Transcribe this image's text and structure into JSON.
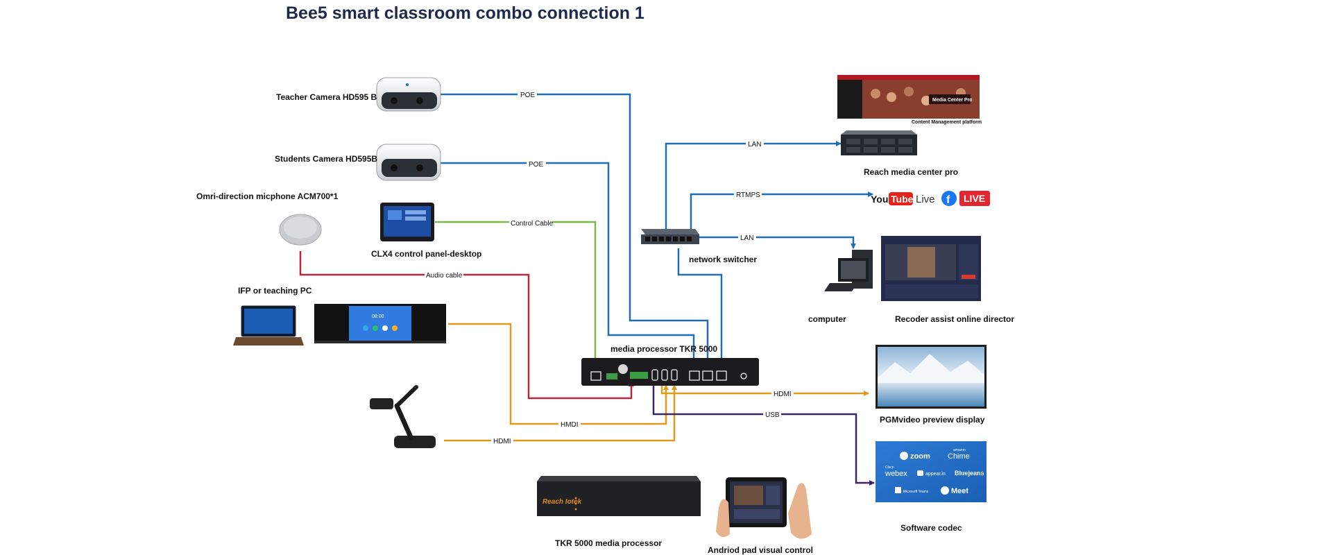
{
  "title": "Bee5 smart classroom combo  connection 1",
  "colors": {
    "background": "#ffffff",
    "title": "#1f2a4a",
    "label": "#111111",
    "poe_lan": "#1f6fb5",
    "control_cable": "#7ab648",
    "audio_cable": "#b3273f",
    "hdmi": "#e09a1c",
    "usb": "#3a2660"
  },
  "devices": {
    "teacher_camera": "Teacher Camera HD595 B",
    "students_camera": "Students Camera HD595B",
    "microphone": "Omri-direction micphone ACM700*1",
    "control_panel": "CLX4 control panel-desktop",
    "ifp": "IFP or teaching PC",
    "media_processor": "media processor TKR 5000",
    "network_switcher": "network switcher",
    "media_center": "Reach media center pro",
    "content_platform": "Content Management platform",
    "media_center_screen": "Media Center Pro",
    "computer": "computer",
    "recorder_director": "Recoder assist online director",
    "pgm_display": "PGMvideo preview display",
    "software_codec": "Software codec",
    "tkr_processor": "TKR 5000 media processor",
    "android_pad": "Andriod pad visual control",
    "tkr_brand": "Reach Iotek",
    "ifp_clock": "08:00"
  },
  "cables": {
    "poe_teacher": "POE",
    "poe_students": "POE",
    "control_cable": "Control Cable",
    "audio_cable": "Audio cable",
    "lan_center": "LAN",
    "rtmps": "RTMPS",
    "lan_computer": "LAN",
    "hdmi_display": "HDMI",
    "usb": "USB",
    "hdmi_ifp": "HMDI",
    "hdmi_doc": "HDMI"
  },
  "streaming": {
    "youtube_you": "You",
    "youtube_tube": "Tube",
    "youtube_live": "Live",
    "facebook_f": "f",
    "facebook_live": "LIVE"
  },
  "codec_brands": {
    "zoom": "zoom",
    "amazon": "amazon",
    "chime": "Chime",
    "cisco": "Cisco",
    "webex": "webex",
    "appear_in": "appear.in",
    "bluejeans": "Bluejeans",
    "teams": "Microsoft Teams",
    "meet": "Meet"
  }
}
